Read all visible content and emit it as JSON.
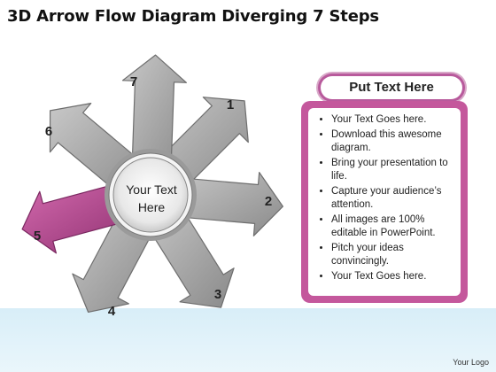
{
  "title": "3D Arrow Flow Diagram Diverging 7 Steps",
  "center_label": [
    "Your Text",
    "Here"
  ],
  "steps": [
    "1",
    "2",
    "3",
    "4",
    "5",
    "6",
    "7"
  ],
  "highlighted_step": "5",
  "colors": {
    "arrow_gray": "#a4a4a4",
    "highlight": "#c4589c",
    "panel_border": "#c4589c",
    "floor": "#d8eef8"
  },
  "panel": {
    "heading": "Put Text Here",
    "bullets": [
      "Your Text Goes here.",
      "Download this awesome diagram.",
      "Bring your presentation to life.",
      "Capture your audience’s attention.",
      "All images are 100% editable in PowerPoint.",
      "Pitch your ideas convincingly.",
      "Your Text Goes here."
    ]
  },
  "footer": "Your Logo"
}
